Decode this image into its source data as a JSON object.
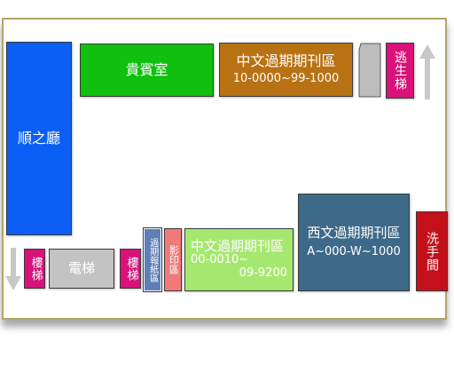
{
  "rooms": {
    "hall": "順之廳",
    "vip": "貴賓室",
    "chinese_back_title": "中文過期期刊區",
    "chinese_back_range": "10-0000~99-1000",
    "escape_stairs": "逃生梯",
    "stairs_left": "樓梯",
    "elevator": "電梯",
    "stairs_mid": "樓梯",
    "current_periodicals": "過期報紙區",
    "copy_area": "影印區",
    "chinese_front_title": "中文過期期刊區",
    "chinese_front_range1": "00-0010~",
    "chinese_front_range2": "09-9200",
    "western_title": "西文過期期刊區",
    "western_range": "A~000-W~1000",
    "restroom": "洗手間"
  },
  "colors": {
    "hall": "#0b5ff5",
    "vip": "#0fc00f",
    "chinese_back": "#b87214",
    "stairs": "#d8127a",
    "elevator": "#c3c3c3",
    "chinese_front": "#a6e86f",
    "copy": "#f07a7a",
    "western": "#3e6a89",
    "restroom": "#c4101a",
    "frame": "#b2a46c"
  }
}
